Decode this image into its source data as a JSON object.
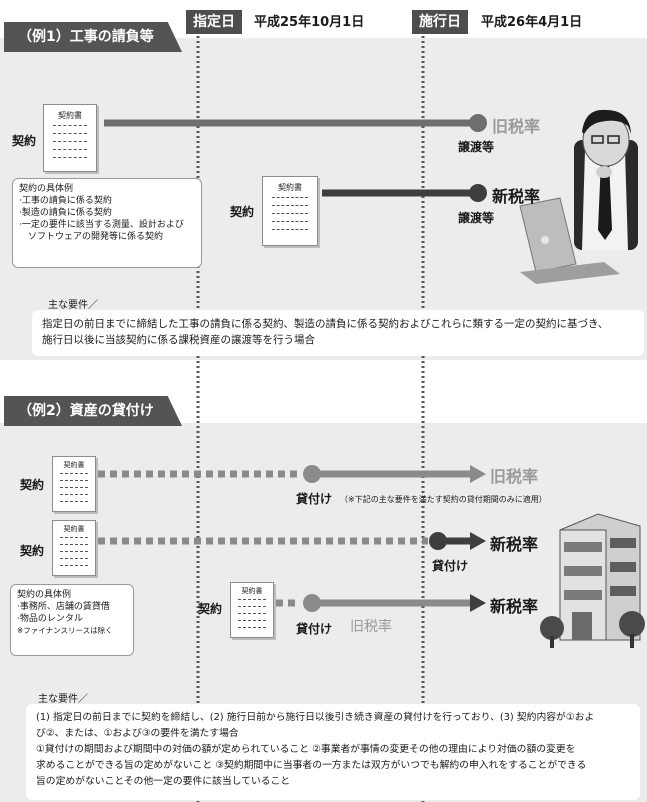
{
  "header": {
    "designated_label": "指定日",
    "designated_date": "平成25年10月1日",
    "effective_label": "施行日",
    "effective_date": "平成26年4月1日"
  },
  "ex1": {
    "tab": "（例1）工事の請負等",
    "contract_title": "契約書",
    "contract_label": "契約",
    "old_rate": "旧税率",
    "new_rate": "新税率",
    "transfer": "譲渡等",
    "examples_title": "契約の具体例",
    "examples": [
      "·工事の請負に係る契約",
      "·製造の請負に係る契約",
      "·一定の要件に該当する測量、設計および",
      "　ソフトウェアの開発等に係る契約"
    ],
    "req_head": "主な要件／",
    "req_lines": [
      "指定日の前日までに締結した工事の請負に係る契約、製造の請負に係る契約およびこれらに類する一定の契約に基づき、",
      "施行日以後に当該契約に係る課税資産の譲渡等を行う場合"
    ]
  },
  "ex2": {
    "tab": "（例2）資産の貸付け",
    "contract_title": "契約書",
    "contract_label": "契約",
    "old_rate": "旧税率",
    "new_rate": "新税率",
    "lease": "貸付け",
    "lease_note": "（※下記の主な要件を満たす契約の貸付期間のみに適用）",
    "examples_title": "契約の具体例",
    "examples": [
      "·事務所、店舗の賃貸借",
      "·物品のレンタル"
    ],
    "examples_note": "※ファイナンスリースは除く",
    "req_head": "主な要件／",
    "req_lines": [
      "(1) 指定日の前日までに契約を締結し、(2) 施行日前から施行日以後引き続き資産の貸付けを行っており、(3) 契約内容が①およ",
      "び②、または、①および③の要件を満たす場合",
      "①貸付けの期間および期間中の対価の額が定められていること ②事業者が事情の変更その他の理由により対価の額の変更を",
      "求めることができる旨の定めがないこと ③契約期間中に当事者の一方または双方がいつでも解約の申入れをすることができる",
      "旨の定めがないことその他一定の要件に該当していること"
    ]
  }
}
